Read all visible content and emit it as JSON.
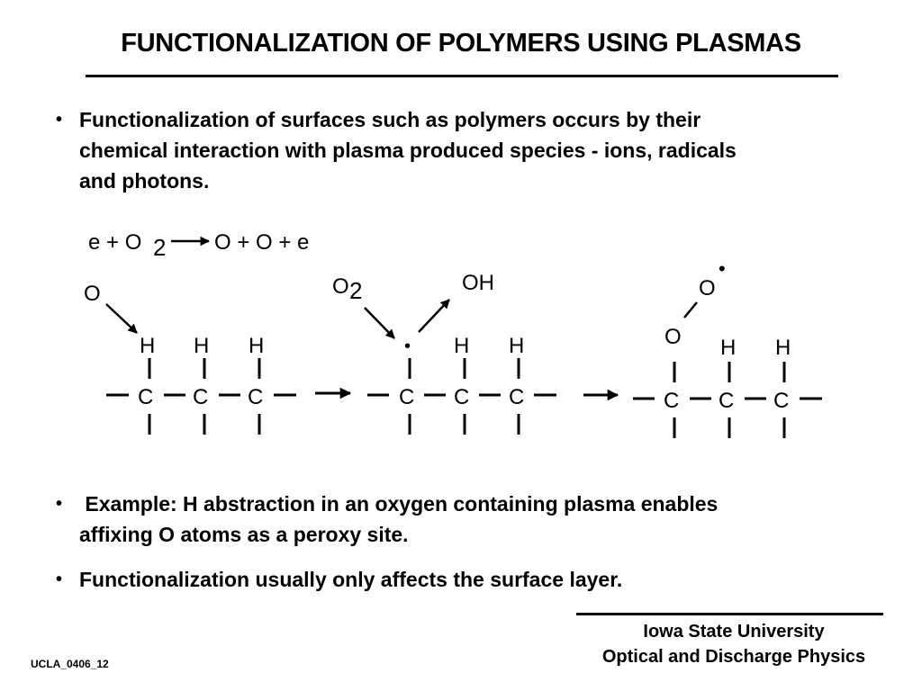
{
  "title": "FUNCTIONALIZATION OF POLYMERS USING PLASMAS",
  "bullets": [
    {
      "marker": "•",
      "lines": [
        "Functionalization of surfaces such as polymers occurs by their",
        "chemical interaction with plasma produced species - ions, radicals",
        "and photons."
      ]
    },
    {
      "marker": "•",
      "lines": [
        " Example: H abstraction in an oxygen containing plasma enables",
        "affixing O atoms as a peroxy site."
      ]
    },
    {
      "marker": "•",
      "lines": [
        "Functionalization usually only affects the surface layer."
      ]
    }
  ],
  "diagram": {
    "reaction": {
      "lhs_e": "e + O",
      "lhs_sub": "2",
      "rhs": "O + O + e"
    },
    "step1": {
      "attacker": "O",
      "h": [
        "H",
        "H",
        "H"
      ],
      "c": [
        "C",
        "C",
        "C"
      ]
    },
    "step2": {
      "in_species": "O",
      "in_sub": "2",
      "out_species": "OH",
      "radical": "•",
      "h": [
        "H",
        "H"
      ],
      "c": [
        "C",
        "C",
        "C"
      ]
    },
    "step3": {
      "peroxy_top": "O",
      "peroxy_bottom": "O",
      "radical": "•",
      "h": [
        "H",
        "H"
      ],
      "c": [
        "C",
        "C",
        "C"
      ]
    }
  },
  "footer": {
    "institution": "Iowa State University",
    "group": "Optical and Discharge Physics",
    "slide_id": "UCLA_0406_12"
  }
}
